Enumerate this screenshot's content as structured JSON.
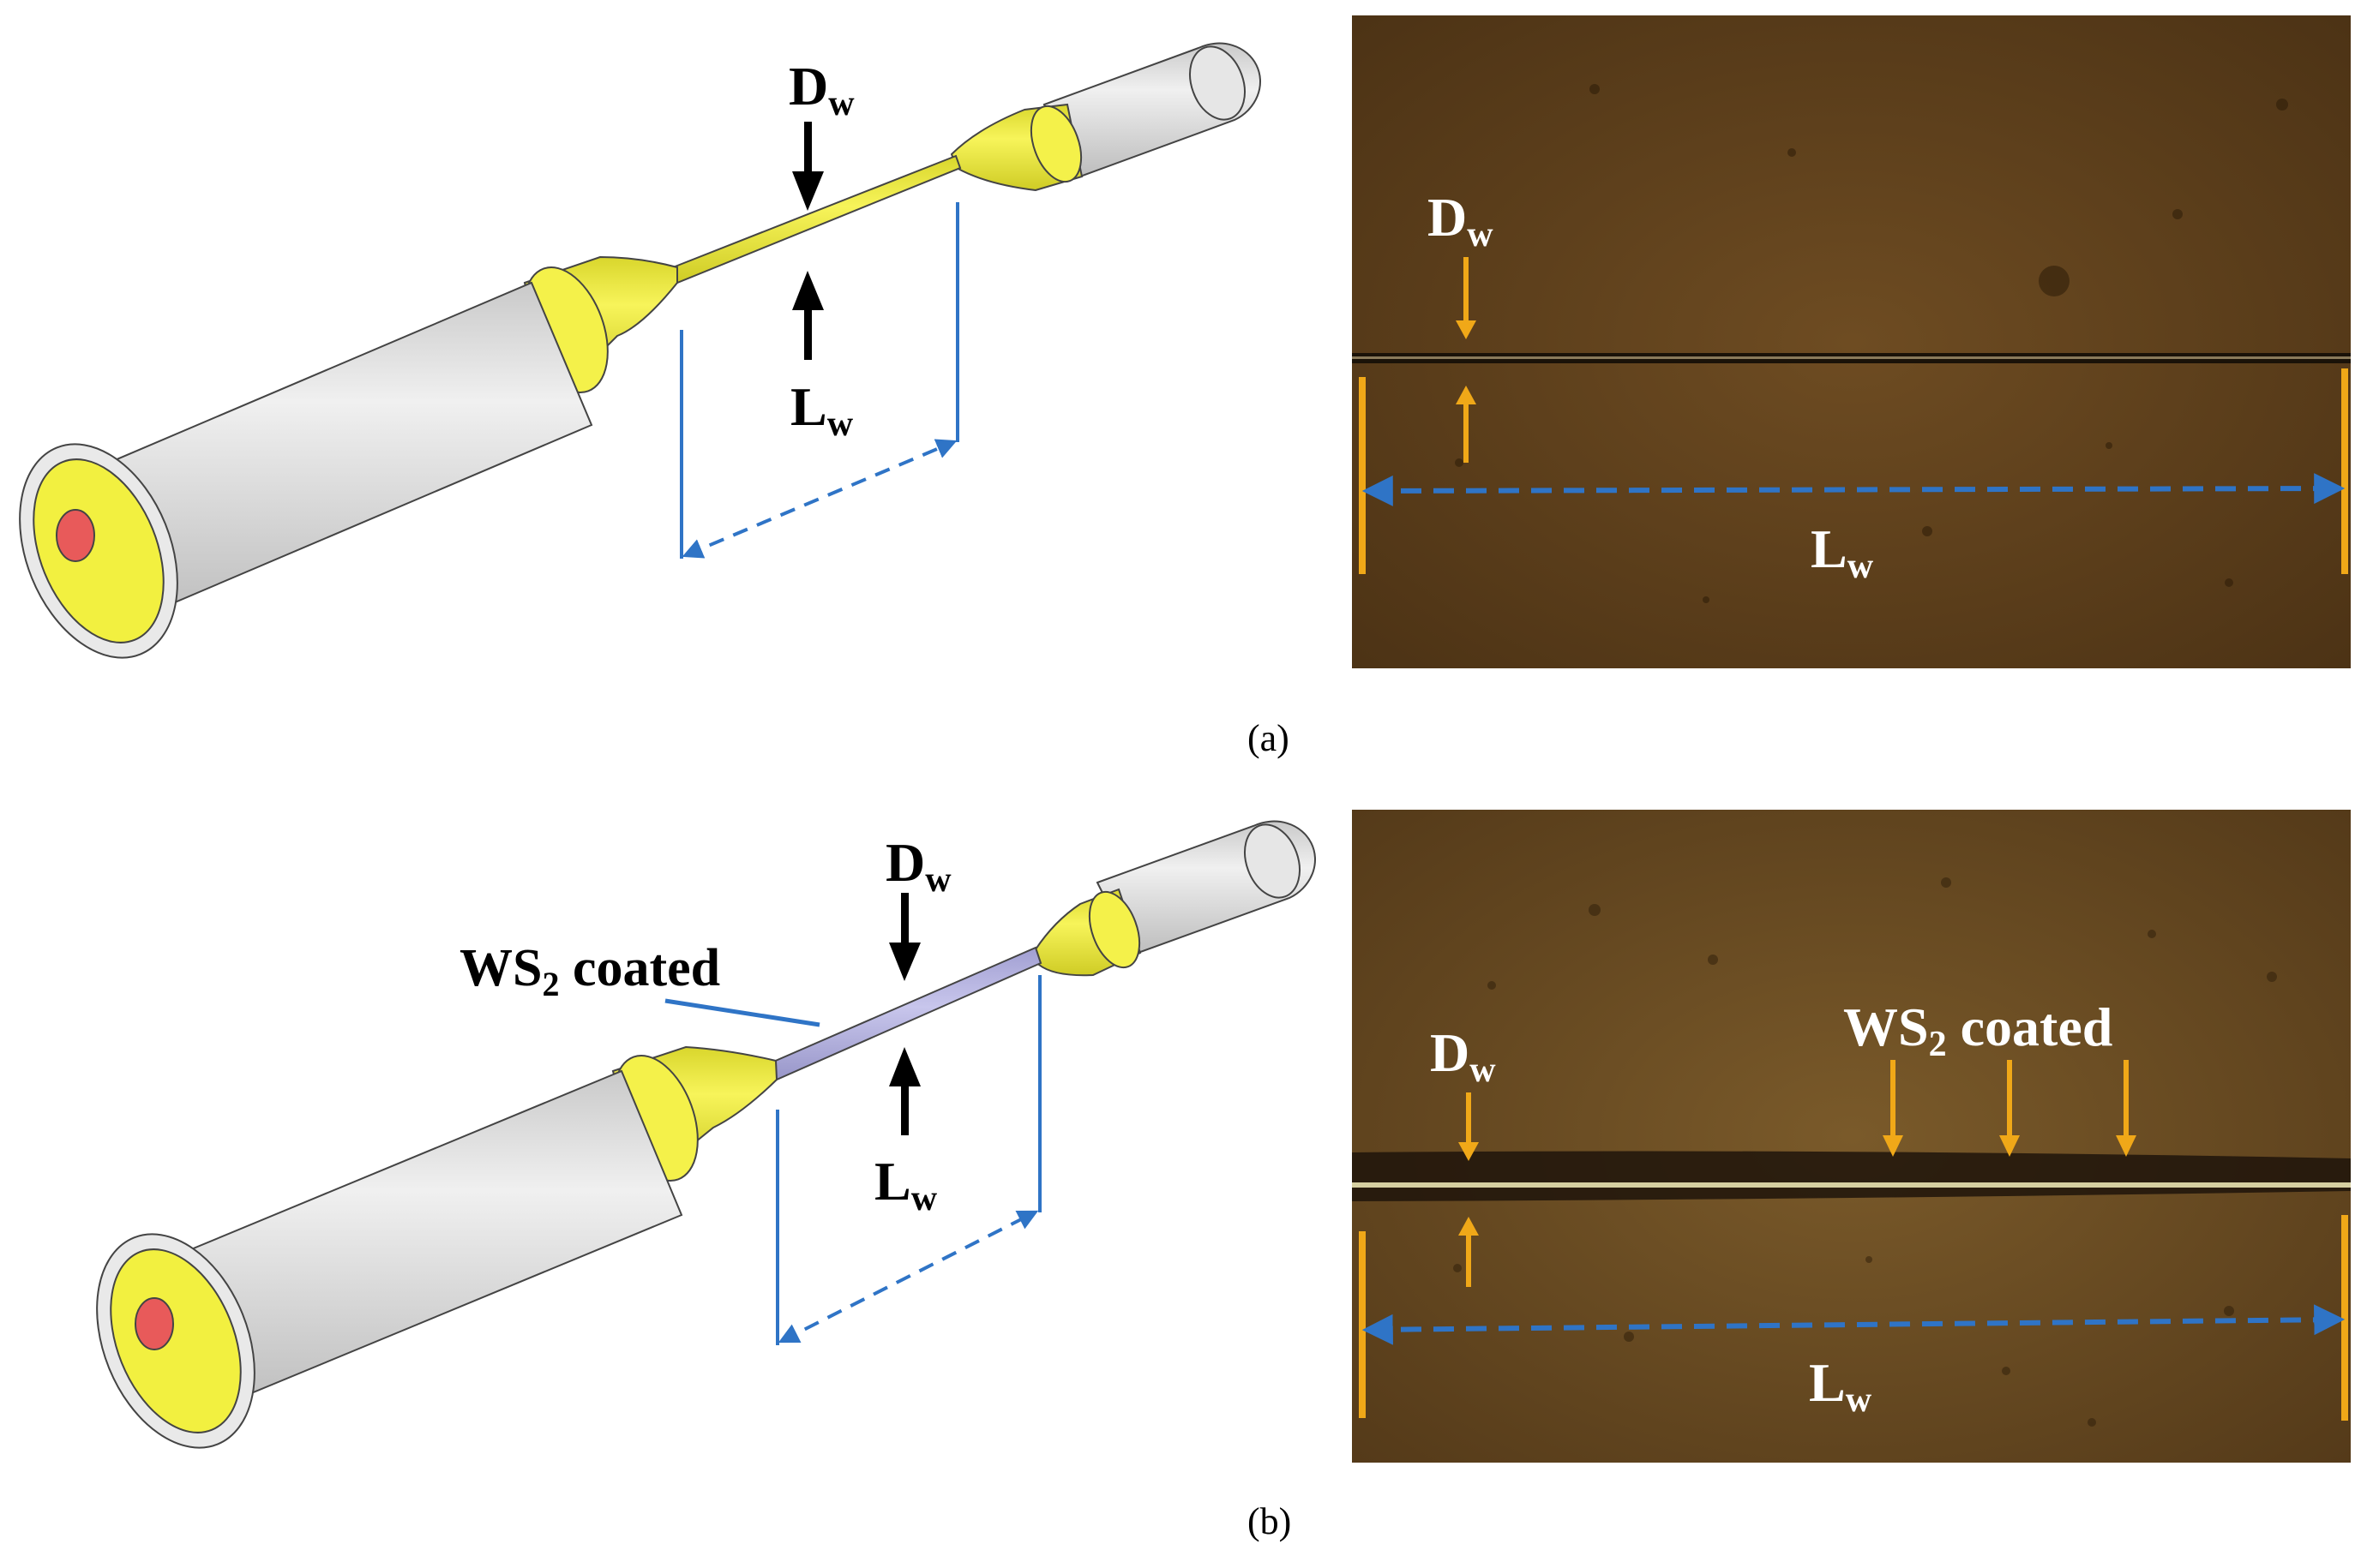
{
  "panels": [
    {
      "caption": "(a)",
      "schematic": {
        "diameter_label": "D",
        "diameter_sub": "w",
        "length_label": "L",
        "length_sub": "w"
      },
      "micrograph": {
        "diameter_label": "D",
        "diameter_sub": "w",
        "length_label": "L",
        "length_sub": "w"
      }
    },
    {
      "caption": "(b)",
      "schematic": {
        "diameter_label": "D",
        "diameter_sub": "w",
        "length_label": "L",
        "length_sub": "w",
        "coating_label_prefix": "WS",
        "coating_label_sub": "2",
        "coating_label_suffix": " coated"
      },
      "micrograph": {
        "diameter_label": "D",
        "diameter_sub": "w",
        "length_label": "L",
        "length_sub": "w",
        "coating_label_prefix": "WS",
        "coating_label_sub": "2",
        "coating_label_suffix": " coated"
      }
    }
  ],
  "colors": {
    "cladding_yellow": "#f2f040",
    "core_red": "#e85a5a",
    "jacket_gray": "#d8d8d8",
    "coated_lavender": "#b7b5e0",
    "guide_blue": "#2f74c6",
    "marker_orange": "#f0a818",
    "micrograph_bg": "#5a3d1a"
  }
}
